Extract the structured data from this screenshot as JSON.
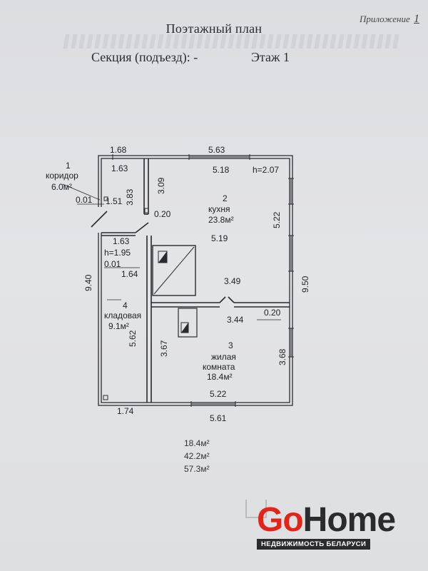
{
  "header": {
    "appendix_label": "Приложение",
    "appendix_number": "1",
    "title": "Поэтажный план",
    "section": "Секция (подъезд): -",
    "floor": "Этаж 1"
  },
  "rooms": [
    {
      "number": "1",
      "name": "коридор",
      "area": "6.0м²"
    },
    {
      "number": "2",
      "name": "кухня",
      "area": "23.8м²"
    },
    {
      "number": "3",
      "name_line1": "жилая",
      "name_line2": "комната",
      "area": "18.4м²"
    },
    {
      "number": "4",
      "name": "кладовая",
      "area": "9.1м²"
    }
  ],
  "dimensions": {
    "top_left_outer": "1.68",
    "top_left_inner": "1.63",
    "top_right_outer": "5.63",
    "top_right_inner": "5.18",
    "height_main": "h=2.07",
    "corridor_wall": "0.01",
    "corridor_width": "1.51",
    "corridor_vertical": "3.83",
    "kitchen_left_vertical": "3.09",
    "kitchen_left_wall": "0.20",
    "kitchen_right_vertical": "5.22",
    "kitchen_mid": "5.19",
    "storage_top": "1.63",
    "height_storage": "h=1.95",
    "storage_wall": "0.01",
    "storage_mid": "1.64",
    "kitchen_bottom": "3.49",
    "room3_top": "3.44",
    "room3_wall": "0.20",
    "left_total": "9.40",
    "right_total": "9.50",
    "storage_vertical": "5.62",
    "room3_left_vertical": "3.67",
    "room3_right_vertical": "3.68",
    "bottom_inner": "5.22",
    "bottom_outer": "5.61",
    "bottom_left": "1.74"
  },
  "totals": [
    "18.4м²",
    "42.2м²",
    "57.3м²"
  ],
  "brand": {
    "go": "Go",
    "home": "Home",
    "tagline": "НЕДВИЖИМОСТЬ БЕЛАРУСИ",
    "accent_color": "#e3241b",
    "dark_color": "#2b2b2e"
  }
}
